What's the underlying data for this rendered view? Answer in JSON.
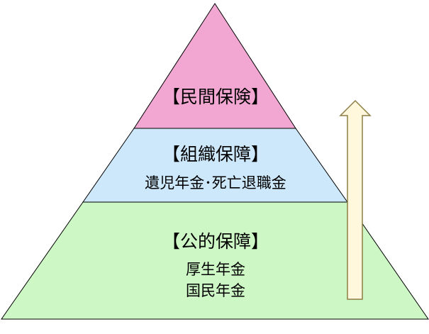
{
  "pyramid": {
    "tiers": [
      {
        "id": "private",
        "title": "【民間保険】",
        "lines": [],
        "fill": "#F1A7D2"
      },
      {
        "id": "organizational",
        "title": "【組織保障】",
        "lines": [
          "遺児年金･死亡退職金"
        ],
        "fill": "#CDE8FB"
      },
      {
        "id": "public",
        "title": "【公的保障】",
        "lines": [
          "厚生年金",
          "国民年金"
        ],
        "fill": "#CDF7C5"
      }
    ],
    "outline_color": "#000000"
  },
  "arrow": {
    "direction": "up",
    "fill": "#FFF8DC",
    "stroke": "#8B7D45"
  }
}
